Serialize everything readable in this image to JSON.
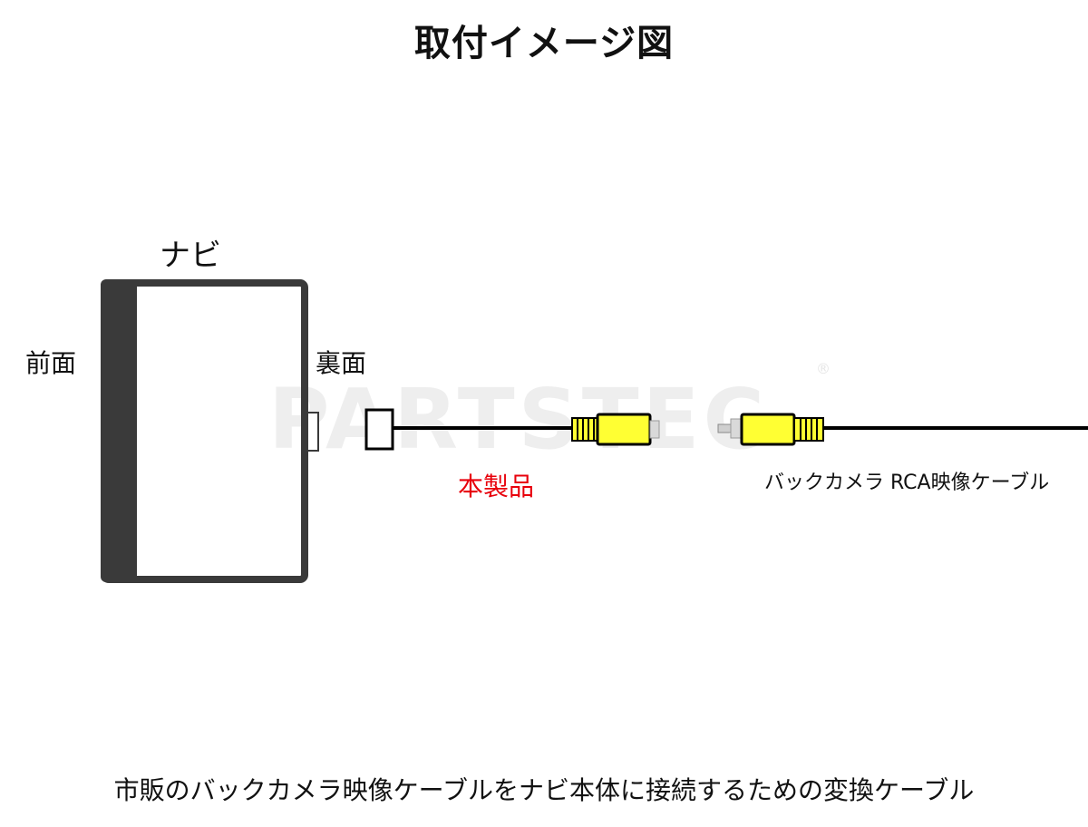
{
  "title": "取付イメージ図",
  "labels": {
    "navi": "ナビ",
    "front": "前面",
    "back": "裏面",
    "product": "本製品",
    "camera_cable": "バックカメラ RCA映像ケーブル"
  },
  "watermark": {
    "text": "PARTSTEC",
    "mark": "®"
  },
  "caption": "市販のバックカメラ映像ケーブルをナビ本体に接続するための変換ケーブル",
  "colors": {
    "product_label": "#e8000b",
    "connector_yellow": "#ffff33",
    "navi_frame": "#3a3a3a",
    "cable": "#000000",
    "watermark": "#eeeeee"
  }
}
